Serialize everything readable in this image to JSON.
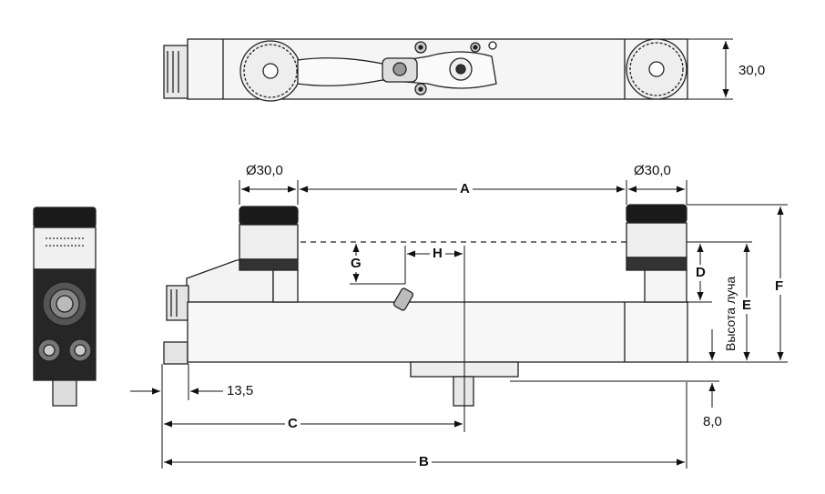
{
  "dimensions": {
    "top_height": "30,0",
    "dia_left": "Ø30,0",
    "dia_right": "Ø30,0",
    "A": "A",
    "B": "B",
    "C": "C",
    "D": "D",
    "E": "E",
    "F": "F",
    "G": "G",
    "H": "H",
    "offset_13_5": "13,5",
    "offset_8_0": "8,0",
    "beam_height": "Высота луча"
  },
  "colors": {
    "line": "#222222",
    "body_fill": "#f4f4f4",
    "dark": "#1a1a1a"
  }
}
